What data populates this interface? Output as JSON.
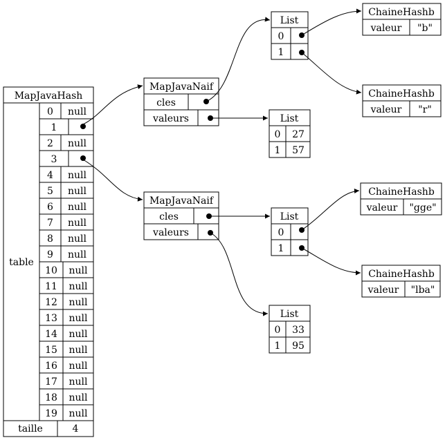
{
  "map_java_hash": {
    "title": "MapJavaHash",
    "table_label": "table",
    "null_label": "null",
    "indexes": [
      "0",
      "1",
      "2",
      "3",
      "4",
      "5",
      "6",
      "7",
      "8",
      "9",
      "10",
      "11",
      "12",
      "13",
      "14",
      "15",
      "16",
      "17",
      "18",
      "19"
    ],
    "pointer_slots": [
      1,
      3
    ],
    "taille_label": "taille",
    "taille_value": "4"
  },
  "map_java_naif_1": {
    "title": "MapJavaNaif",
    "cles_label": "cles",
    "valeurs_label": "valeurs"
  },
  "map_java_naif_2": {
    "title": "MapJavaNaif",
    "cles_label": "cles",
    "valeurs_label": "valeurs"
  },
  "list_keys_1": {
    "title": "List",
    "rows": [
      [
        "0"
      ],
      [
        "1"
      ]
    ]
  },
  "list_values_1": {
    "title": "List",
    "rows": [
      [
        "0",
        "27"
      ],
      [
        "1",
        "57"
      ]
    ]
  },
  "list_keys_2": {
    "title": "List",
    "rows": [
      [
        "0"
      ],
      [
        "1"
      ]
    ]
  },
  "list_values_2": {
    "title": "List",
    "rows": [
      [
        "0",
        "33"
      ],
      [
        "1",
        "95"
      ]
    ]
  },
  "chaine_b": {
    "title": "ChaineHashb",
    "field": "valeur",
    "value": "\"b\""
  },
  "chaine_r": {
    "title": "ChaineHashb",
    "field": "valeur",
    "value": "\"r\""
  },
  "chaine_gge": {
    "title": "ChaineHashb",
    "field": "valeur",
    "value": "\"gge\""
  },
  "chaine_lba": {
    "title": "ChaineHashb",
    "field": "valeur",
    "value": "\"lba\""
  }
}
